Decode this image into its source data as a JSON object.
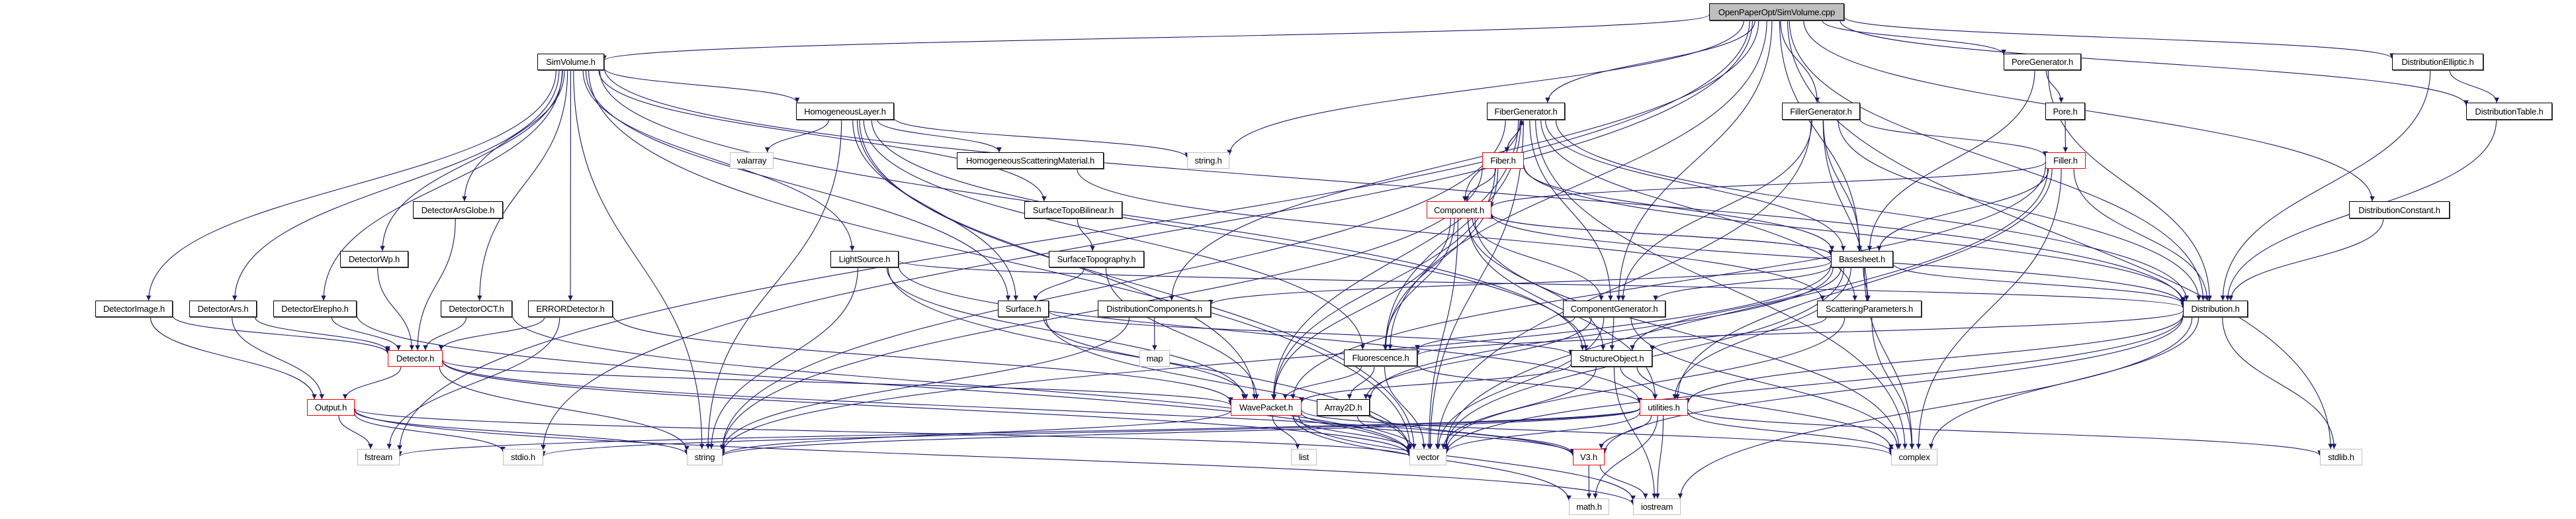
{
  "title": "OpenPaperOpt/SimVolume.cpp include dependency graph",
  "colors": {
    "edge": "#191970",
    "root_fill": "#bfbfbf",
    "node_border": "#000000",
    "incomplete_border": "#ff0000",
    "external_border": "#bfbfbf"
  },
  "nodes": [
    {
      "id": "root",
      "label": "OpenPaperOpt/SimVolume.cpp",
      "kind": "root"
    },
    {
      "id": "SimVolume",
      "label": "SimVolume.h",
      "kind": "file"
    },
    {
      "id": "PoreGenerator",
      "label": "PoreGenerator.h",
      "kind": "file"
    },
    {
      "id": "DistributionElliptic",
      "label": "DistributionElliptic.h",
      "kind": "file"
    },
    {
      "id": "HomogeneousLayer",
      "label": "HomogeneousLayer.h",
      "kind": "file"
    },
    {
      "id": "FiberGenerator",
      "label": "FiberGenerator.h",
      "kind": "file"
    },
    {
      "id": "FillerGenerator",
      "label": "FillerGenerator.h",
      "kind": "file"
    },
    {
      "id": "Pore",
      "label": "Pore.h",
      "kind": "file"
    },
    {
      "id": "DistributionTable",
      "label": "DistributionTable.h",
      "kind": "file"
    },
    {
      "id": "valarray",
      "label": "valarray",
      "kind": "external"
    },
    {
      "id": "HomogeneousScatteringMaterial",
      "label": "HomogeneousScatteringMaterial.h",
      "kind": "file"
    },
    {
      "id": "string_h",
      "label": "string.h",
      "kind": "external"
    },
    {
      "id": "Fiber",
      "label": "Fiber.h",
      "kind": "incomplete"
    },
    {
      "id": "Filler",
      "label": "Filler.h",
      "kind": "incomplete"
    },
    {
      "id": "DetectorArsGlobe",
      "label": "DetectorArsGlobe.h",
      "kind": "file"
    },
    {
      "id": "SurfaceTopoBilinear",
      "label": "SurfaceTopoBilinear.h",
      "kind": "file"
    },
    {
      "id": "Component",
      "label": "Component.h",
      "kind": "incomplete"
    },
    {
      "id": "DistributionConstant",
      "label": "DistributionConstant.h",
      "kind": "file"
    },
    {
      "id": "DetectorWp",
      "label": "DetectorWp.h",
      "kind": "file"
    },
    {
      "id": "LightSource",
      "label": "LightSource.h",
      "kind": "file"
    },
    {
      "id": "SurfaceTopography",
      "label": "SurfaceTopography.h",
      "kind": "file"
    },
    {
      "id": "Basesheet",
      "label": "Basesheet.h",
      "kind": "file"
    },
    {
      "id": "DetectorImage",
      "label": "DetectorImage.h",
      "kind": "file"
    },
    {
      "id": "DetectorArs",
      "label": "DetectorArs.h",
      "kind": "file"
    },
    {
      "id": "DetectorElrepho",
      "label": "DetectorElrepho.h",
      "kind": "file"
    },
    {
      "id": "DetectorOCT",
      "label": "DetectorOCT.h",
      "kind": "file"
    },
    {
      "id": "ERRORDetector",
      "label": "ERRORDetector.h",
      "kind": "file"
    },
    {
      "id": "Surface",
      "label": "Surface.h",
      "kind": "file"
    },
    {
      "id": "DistributionComponents",
      "label": "DistributionComponents.h",
      "kind": "file"
    },
    {
      "id": "ComponentGenerator",
      "label": "ComponentGenerator.h",
      "kind": "file"
    },
    {
      "id": "ScatteringParameters",
      "label": "ScatteringParameters.h",
      "kind": "file"
    },
    {
      "id": "Distribution",
      "label": "Distribution.h",
      "kind": "file"
    },
    {
      "id": "Detector",
      "label": "Detector.h",
      "kind": "incomplete"
    },
    {
      "id": "map",
      "label": "map",
      "kind": "external"
    },
    {
      "id": "Fluorescence",
      "label": "Fluorescence.h",
      "kind": "file"
    },
    {
      "id": "StructureObject",
      "label": "StructureObject.h",
      "kind": "file"
    },
    {
      "id": "Output",
      "label": "Output.h",
      "kind": "incomplete"
    },
    {
      "id": "WavePacket",
      "label": "WavePacket.h",
      "kind": "incomplete"
    },
    {
      "id": "Array2D",
      "label": "Array2D.h",
      "kind": "file"
    },
    {
      "id": "utilities",
      "label": "utilities.h",
      "kind": "incomplete"
    },
    {
      "id": "fstream",
      "label": "fstream",
      "kind": "external"
    },
    {
      "id": "stdio",
      "label": "stdio.h",
      "kind": "external"
    },
    {
      "id": "string",
      "label": "string",
      "kind": "external"
    },
    {
      "id": "list",
      "label": "list",
      "kind": "external"
    },
    {
      "id": "vector",
      "label": "vector",
      "kind": "external"
    },
    {
      "id": "V3",
      "label": "V3.h",
      "kind": "incomplete"
    },
    {
      "id": "complex",
      "label": "complex",
      "kind": "external"
    },
    {
      "id": "stdlib",
      "label": "stdlib.h",
      "kind": "external"
    },
    {
      "id": "math",
      "label": "math.h",
      "kind": "external"
    },
    {
      "id": "iostream",
      "label": "iostream",
      "kind": "external"
    }
  ],
  "edges": [
    [
      "root",
      "SimVolume"
    ],
    [
      "root",
      "PoreGenerator"
    ],
    [
      "root",
      "DistributionElliptic"
    ],
    [
      "root",
      "DistributionTable"
    ],
    [
      "root",
      "FiberGenerator"
    ],
    [
      "root",
      "FillerGenerator"
    ],
    [
      "root",
      "string_h"
    ],
    [
      "root",
      "Basesheet"
    ],
    [
      "root",
      "ComponentGenerator"
    ],
    [
      "root",
      "Fluorescence"
    ],
    [
      "root",
      "DistributionConstant"
    ],
    [
      "root",
      "DistributionComponents"
    ],
    [
      "root",
      "stdlib"
    ],
    [
      "root",
      "fstream"
    ],
    [
      "root",
      "stdio"
    ],
    [
      "root",
      "Distribution"
    ],
    [
      "SimVolume",
      "HomogeneousLayer"
    ],
    [
      "SimVolume",
      "DetectorArsGlobe"
    ],
    [
      "SimVolume",
      "DetectorWp"
    ],
    [
      "SimVolume",
      "DetectorImage"
    ],
    [
      "SimVolume",
      "DetectorArs"
    ],
    [
      "SimVolume",
      "DetectorElrepho"
    ],
    [
      "SimVolume",
      "DetectorOCT"
    ],
    [
      "SimVolume",
      "ERRORDetector"
    ],
    [
      "SimVolume",
      "LightSource"
    ],
    [
      "SimVolume",
      "SurfaceTopoBilinear"
    ],
    [
      "SimVolume",
      "Surface"
    ],
    [
      "SimVolume",
      "StructureObject"
    ],
    [
      "SimVolume",
      "Distribution"
    ],
    [
      "SimVolume",
      "vector"
    ],
    [
      "SimVolume",
      "string"
    ],
    [
      "PoreGenerator",
      "Pore"
    ],
    [
      "PoreGenerator",
      "Basesheet"
    ],
    [
      "PoreGenerator",
      "Distribution"
    ],
    [
      "DistributionElliptic",
      "DistributionTable"
    ],
    [
      "DistributionElliptic",
      "Distribution"
    ],
    [
      "DistributionTable",
      "Distribution"
    ],
    [
      "DistributionConstant",
      "Distribution"
    ],
    [
      "Pore",
      "Filler"
    ],
    [
      "HomogeneousLayer",
      "valarray"
    ],
    [
      "HomogeneousLayer",
      "HomogeneousScatteringMaterial"
    ],
    [
      "HomogeneousLayer",
      "string_h"
    ],
    [
      "HomogeneousLayer",
      "Surface"
    ],
    [
      "HomogeneousLayer",
      "WavePacket"
    ],
    [
      "HomogeneousLayer",
      "Fluorescence"
    ],
    [
      "HomogeneousLayer",
      "StructureObject"
    ],
    [
      "HomogeneousLayer",
      "string"
    ],
    [
      "HomogeneousLayer",
      "vector"
    ],
    [
      "HomogeneousScatteringMaterial",
      "ScatteringParameters"
    ],
    [
      "FiberGenerator",
      "Fiber"
    ],
    [
      "FiberGenerator",
      "Component"
    ],
    [
      "FiberGenerator",
      "ComponentGenerator"
    ],
    [
      "FiberGenerator",
      "Basesheet"
    ],
    [
      "FiberGenerator",
      "ScatteringParameters"
    ],
    [
      "FiberGenerator",
      "Distribution"
    ],
    [
      "FiberGenerator",
      "WavePacket"
    ],
    [
      "FiberGenerator",
      "Fluorescence"
    ],
    [
      "FiberGenerator",
      "string"
    ],
    [
      "FiberGenerator",
      "complex"
    ],
    [
      "FiberGenerator",
      "vector"
    ],
    [
      "Fiber",
      "FiberGenerator"
    ],
    [
      "Fiber",
      "Component"
    ],
    [
      "Fiber",
      "Basesheet"
    ],
    [
      "Fiber",
      "Distribution"
    ],
    [
      "Fiber",
      "WavePacket"
    ],
    [
      "Fiber",
      "string"
    ],
    [
      "Fiber",
      "Fluorescence"
    ],
    [
      "FillerGenerator",
      "Filler"
    ],
    [
      "FillerGenerator",
      "Basesheet"
    ],
    [
      "FillerGenerator",
      "ComponentGenerator"
    ],
    [
      "FillerGenerator",
      "ScatteringParameters"
    ],
    [
      "FillerGenerator",
      "Distribution"
    ],
    [
      "FillerGenerator",
      "vector"
    ],
    [
      "Filler",
      "Component"
    ],
    [
      "Filler",
      "Basesheet"
    ],
    [
      "Filler",
      "Distribution"
    ],
    [
      "Filler",
      "utilities"
    ],
    [
      "Filler",
      "vector"
    ],
    [
      "Filler",
      "complex"
    ],
    [
      "Filler",
      "WavePacket"
    ],
    [
      "Component",
      "Basesheet"
    ],
    [
      "Component",
      "ComponentGenerator"
    ],
    [
      "Component",
      "StructureObject"
    ],
    [
      "Component",
      "Fluorescence"
    ],
    [
      "Component",
      "WavePacket"
    ],
    [
      "Component",
      "utilities"
    ],
    [
      "Component",
      "vector"
    ],
    [
      "Component",
      "complex"
    ],
    [
      "Component",
      "Distribution"
    ],
    [
      "Basesheet",
      "Component"
    ],
    [
      "Basesheet",
      "ComponentGenerator"
    ],
    [
      "Basesheet",
      "ScatteringParameters"
    ],
    [
      "Basesheet",
      "StructureObject"
    ],
    [
      "Basesheet",
      "Distribution"
    ],
    [
      "Basesheet",
      "DistributionComponents"
    ],
    [
      "Basesheet",
      "utilities"
    ],
    [
      "Basesheet",
      "vector"
    ],
    [
      "Basesheet",
      "complex"
    ],
    [
      "Basesheet",
      "Array2D"
    ],
    [
      "Basesheet",
      "string"
    ],
    [
      "ComponentGenerator",
      "StructureObject"
    ],
    [
      "ComponentGenerator",
      "Fluorescence"
    ],
    [
      "ComponentGenerator",
      "vector"
    ],
    [
      "ComponentGenerator",
      "complex"
    ],
    [
      "ComponentGenerator",
      "Array2D"
    ],
    [
      "ScatteringParameters",
      "complex"
    ],
    [
      "ScatteringParameters",
      "StructureObject"
    ],
    [
      "ScatteringParameters",
      "vector"
    ],
    [
      "StructureObject",
      "utilities"
    ],
    [
      "StructureObject",
      "vector"
    ],
    [
      "StructureObject",
      "WavePacket"
    ],
    [
      "StructureObject",
      "iostream"
    ],
    [
      "StructureObject",
      "complex"
    ],
    [
      "DistributionComponents",
      "map"
    ],
    [
      "DistributionComponents",
      "string"
    ],
    [
      "Distribution",
      "utilities"
    ],
    [
      "Distribution",
      "vector"
    ],
    [
      "Distribution",
      "complex"
    ],
    [
      "Distribution",
      "stdlib"
    ],
    [
      "Distribution",
      "iostream"
    ],
    [
      "Distribution",
      "V3"
    ],
    [
      "Distribution",
      "Fluorescence"
    ],
    [
      "SurfaceTopoBilinear",
      "SurfaceTopography"
    ],
    [
      "SurfaceTopography",
      "Surface"
    ],
    [
      "SurfaceTopography",
      "WavePacket"
    ],
    [
      "Surface",
      "WavePacket"
    ],
    [
      "Surface",
      "StructureObject"
    ],
    [
      "Surface",
      "vector"
    ],
    [
      "LightSource",
      "WavePacket"
    ],
    [
      "LightSource",
      "string"
    ],
    [
      "LightSource",
      "vector"
    ],
    [
      "LightSource",
      "Distribution"
    ],
    [
      "LightSource",
      "utilities"
    ],
    [
      "DetectorArsGlobe",
      "Detector"
    ],
    [
      "DetectorWp",
      "Detector"
    ],
    [
      "DetectorImage",
      "Detector"
    ],
    [
      "DetectorImage",
      "Output"
    ],
    [
      "DetectorArs",
      "Detector"
    ],
    [
      "DetectorArs",
      "Output"
    ],
    [
      "DetectorElrepho",
      "Detector"
    ],
    [
      "DetectorElrepho",
      "vector"
    ],
    [
      "DetectorOCT",
      "Detector"
    ],
    [
      "DetectorOCT",
      "vector"
    ],
    [
      "ERRORDetector",
      "Detector"
    ],
    [
      "ERRORDetector",
      "fstream"
    ],
    [
      "ERRORDetector",
      "WavePacket"
    ],
    [
      "Detector",
      "Output"
    ],
    [
      "Detector",
      "WavePacket"
    ],
    [
      "Detector",
      "string"
    ],
    [
      "Detector",
      "vector"
    ],
    [
      "Detector",
      "V3"
    ],
    [
      "Output",
      "fstream"
    ],
    [
      "Output",
      "string"
    ],
    [
      "Output",
      "vector"
    ],
    [
      "Output",
      "iostream"
    ],
    [
      "Output",
      "stdio"
    ],
    [
      "Fluorescence",
      "WavePacket"
    ],
    [
      "Fluorescence",
      "Array2D"
    ],
    [
      "Fluorescence",
      "vector"
    ],
    [
      "Fluorescence",
      "utilities"
    ],
    [
      "WavePacket",
      "list"
    ],
    [
      "WavePacket",
      "string"
    ],
    [
      "WavePacket",
      "vector"
    ],
    [
      "WavePacket",
      "V3"
    ],
    [
      "WavePacket",
      "math"
    ],
    [
      "WavePacket",
      "iostream"
    ],
    [
      "WavePacket",
      "complex"
    ],
    [
      "Array2D",
      "vector"
    ],
    [
      "Array2D",
      "V3"
    ],
    [
      "utilities",
      "V3"
    ],
    [
      "utilities",
      "vector"
    ],
    [
      "utilities",
      "math"
    ],
    [
      "utilities",
      "iostream"
    ],
    [
      "utilities",
      "string"
    ],
    [
      "utilities",
      "complex"
    ],
    [
      "utilities",
      "stdlib"
    ],
    [
      "utilities",
      "stdio"
    ],
    [
      "utilities",
      "fstream"
    ],
    [
      "V3",
      "math"
    ],
    [
      "V3",
      "iostream"
    ]
  ]
}
